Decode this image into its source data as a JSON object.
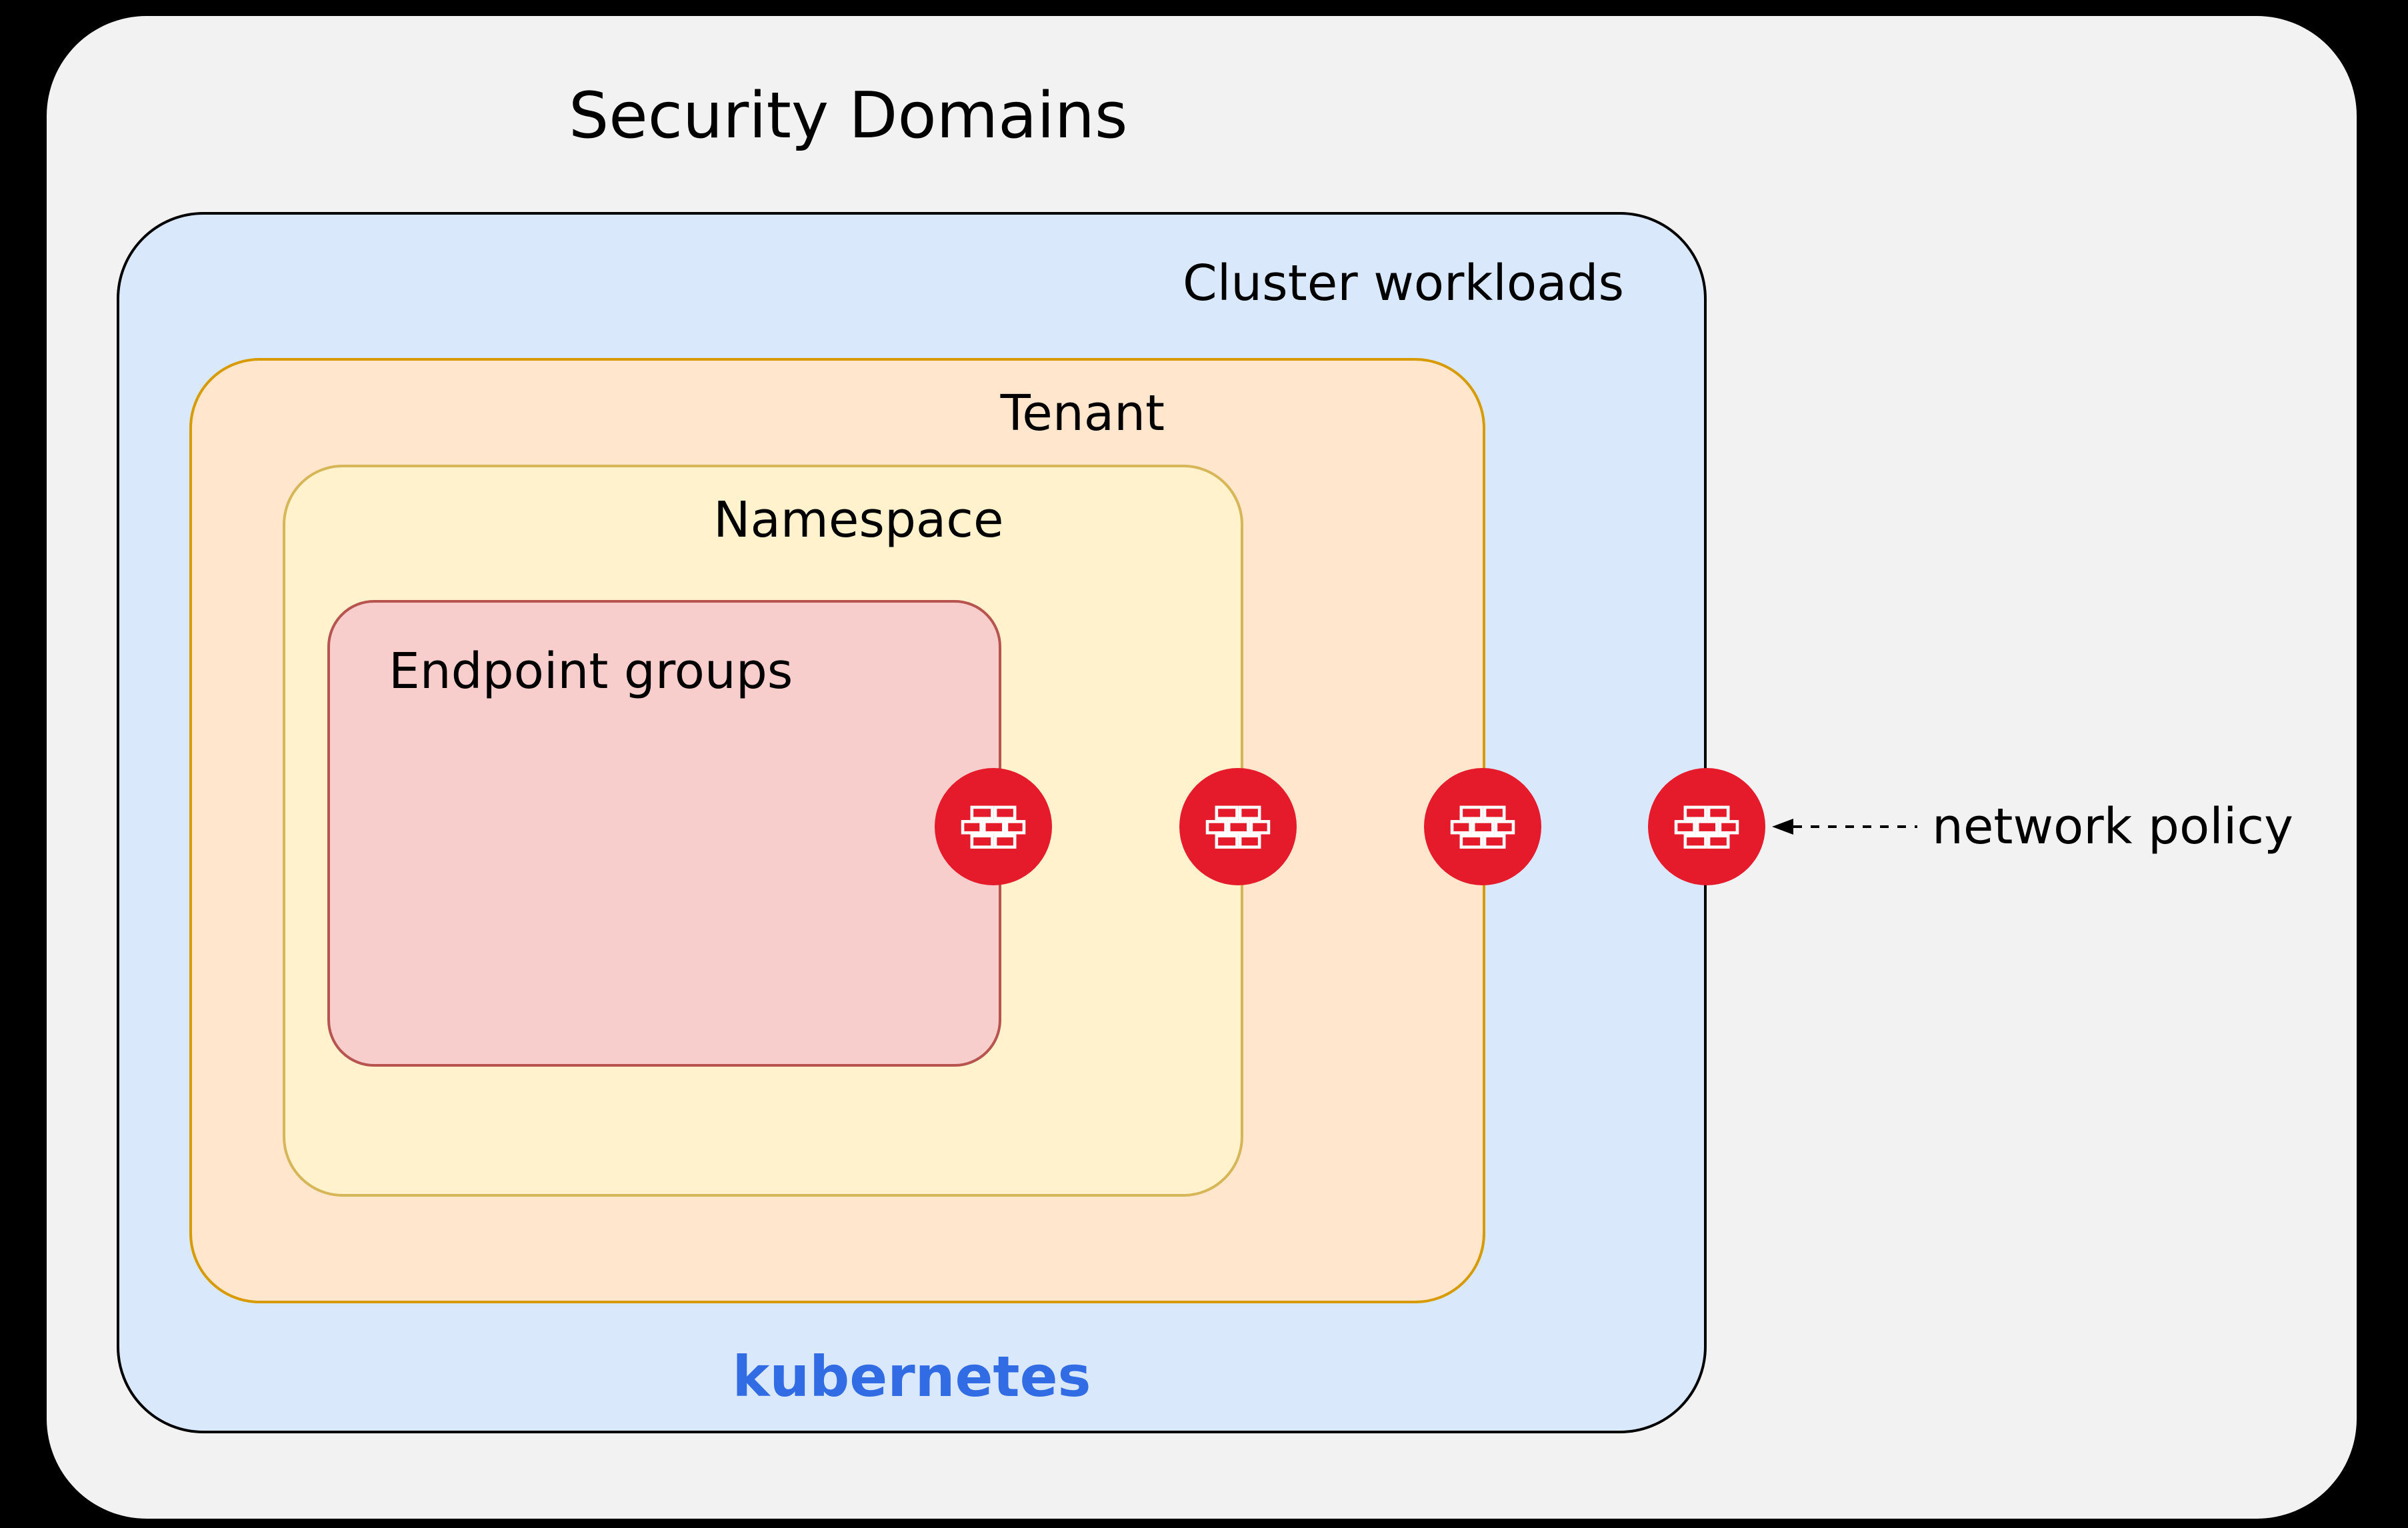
{
  "title": "Security Domains",
  "diagram": {
    "cluster": {
      "label": "Cluster workloads",
      "brand": "kubernetes"
    },
    "tenant": {
      "label": "Tenant"
    },
    "namespace": {
      "label": "Namespace"
    },
    "endpoint_groups": {
      "label": "Endpoint groups"
    },
    "annotation": {
      "label": "network policy"
    },
    "icons": {
      "firewall": "firewall-icon",
      "firewall_count": 4,
      "arrow": "dashed-left-arrow"
    }
  },
  "colors": {
    "canvas-bg": "#f2f2f2",
    "text": "#000000",
    "cluster-fill": "#dae8fc",
    "cluster-border": "#000000",
    "tenant-fill": "#ffe6cc",
    "tenant-border": "#d79b00",
    "namespace-fill": "#fff2cc",
    "namespace-border": "#d6b656",
    "endpoint-fill": "#f8cecc",
    "endpoint-border": "#b85450",
    "firewall-red": "#e51a2b",
    "kubernetes-blue": "#326ce5"
  }
}
